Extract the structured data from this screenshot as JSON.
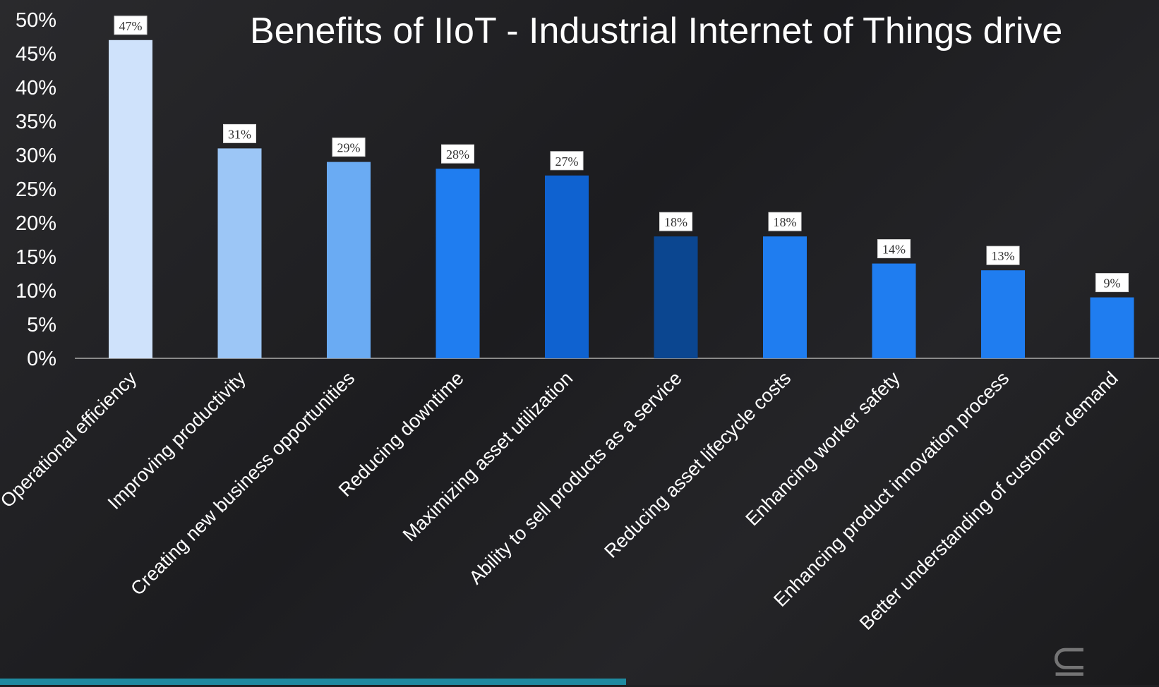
{
  "chart_data": {
    "type": "bar",
    "title": "Benefits of IIoT - Industrial Internet of Things drive",
    "categories": [
      "Operational efficiency",
      "Improving productivity",
      "Creating new business opportunities",
      "Reducing downtime",
      "Maximizing asset utilization",
      "Ability to sell products as a service",
      "Reducing asset lifecycle costs",
      "Enhancing worker safety",
      "Enhancing product innovation process",
      "Better understanding of customer demand"
    ],
    "values": [
      47,
      31,
      29,
      28,
      27,
      18,
      18,
      14,
      13,
      9
    ],
    "value_labels": [
      "47%",
      "31%",
      "29%",
      "28%",
      "27%",
      "18%",
      "18%",
      "14%",
      "13%",
      "9%"
    ],
    "bar_colors": [
      "#cfe2fb",
      "#9cc6f6",
      "#6aabf3",
      "#1f7df0",
      "#0f62d0",
      "#0b4690",
      "#1f7df0",
      "#1f7df0",
      "#1f7df0",
      "#1f7df0"
    ],
    "ylim": [
      0,
      50
    ],
    "y_ticks": [
      "0%",
      "5%",
      "10%",
      "15%",
      "20%",
      "25%",
      "30%",
      "35%",
      "40%",
      "45%",
      "50%"
    ],
    "grid": false,
    "xlabel": "",
    "ylabel": ""
  }
}
